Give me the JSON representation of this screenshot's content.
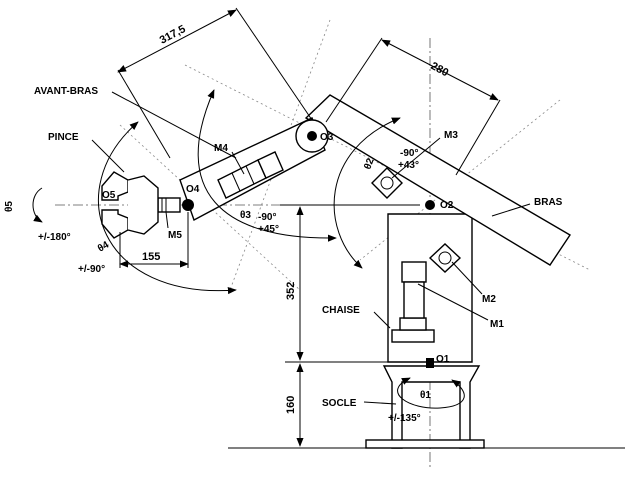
{
  "labels": {
    "dim_forearm": "317,5",
    "dim_arm": "280",
    "dim_gripper": "155",
    "dim_chair": "352",
    "dim_base": "160",
    "avant_bras": "AVANT-BRAS",
    "pince": "PINCE",
    "bras": "BRAS",
    "chaise": "CHAISE",
    "socle": "SOCLE",
    "m1": "M1",
    "m2": "M2",
    "m3": "M3",
    "m4": "M4",
    "m5": "M5",
    "o1": "O1",
    "o2": "O2",
    "o3": "O3",
    "o4": "O4",
    "o5": "O5",
    "theta1": "θ1",
    "theta2": "θ2",
    "theta3": "θ3",
    "theta4": "θ4",
    "theta5": "θ5",
    "range1": "+/-135°",
    "range2_a": "-90°",
    "range2_b": "+43°",
    "range3_a": "-90°",
    "range3_b": "+45°",
    "range4": "+/-90°",
    "range5": "+/-180°"
  }
}
